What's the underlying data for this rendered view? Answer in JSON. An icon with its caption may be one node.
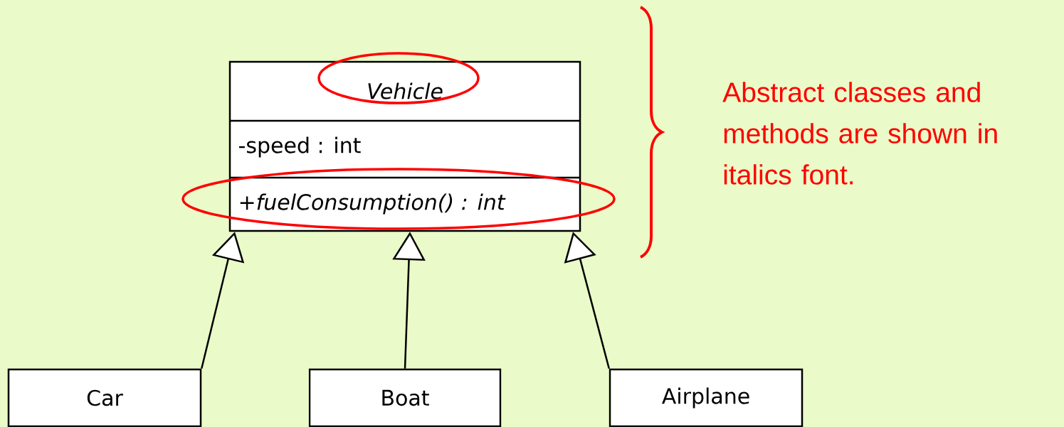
{
  "diagram": {
    "nodes": [
      {
        "text": [
          "Vehicle",
          "-speed : int",
          "+fuelConsumption() : int"
        ]
      },
      {
        "text": [
          "Car"
        ]
      },
      {
        "text": [
          "Boat"
        ]
      },
      {
        "text": [
          "Airplane"
        ]
      }
    ],
    "edges": [
      {
        "from": 1,
        "to": 0,
        "arrow": "to"
      },
      {
        "from": 2,
        "to": 0,
        "arrow": "to"
      },
      {
        "from": 3,
        "to": 0,
        "arrow": "to"
      }
    ],
    "labels": [
      "Abstract classes and methods are shown in italics font."
    ]
  }
}
